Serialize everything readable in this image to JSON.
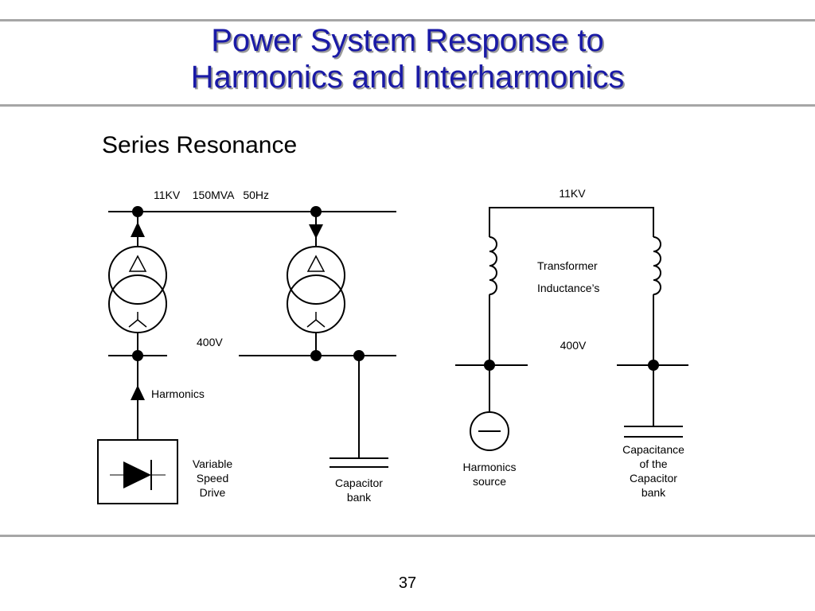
{
  "slide": {
    "title_line1": "Power System Response to",
    "title_line2": "Harmonics and Interharmonics",
    "subtitle": "Series Resonance",
    "page_number": "37",
    "title_color": "#1a1aa6"
  },
  "left_diagram": {
    "bus_11kv_label": "11KV    150MVA   50Hz",
    "bus_400v_label": "400V",
    "harmonics_label": "Harmonics",
    "vsd_label": [
      "Variable",
      "Speed",
      "Drive"
    ],
    "capacitor_label": [
      "Capacitor",
      "bank"
    ]
  },
  "right_diagram": {
    "bus_11kv_label": "11KV",
    "transformer_label": [
      "Transformer",
      "Inductance",
      "’s"
    ],
    "bus_400v_label": "400V",
    "source_label": [
      "Harmonics",
      "source"
    ],
    "capacitor_label": [
      "Capacitance",
      "of the",
      "Capacitor",
      "bank"
    ]
  }
}
